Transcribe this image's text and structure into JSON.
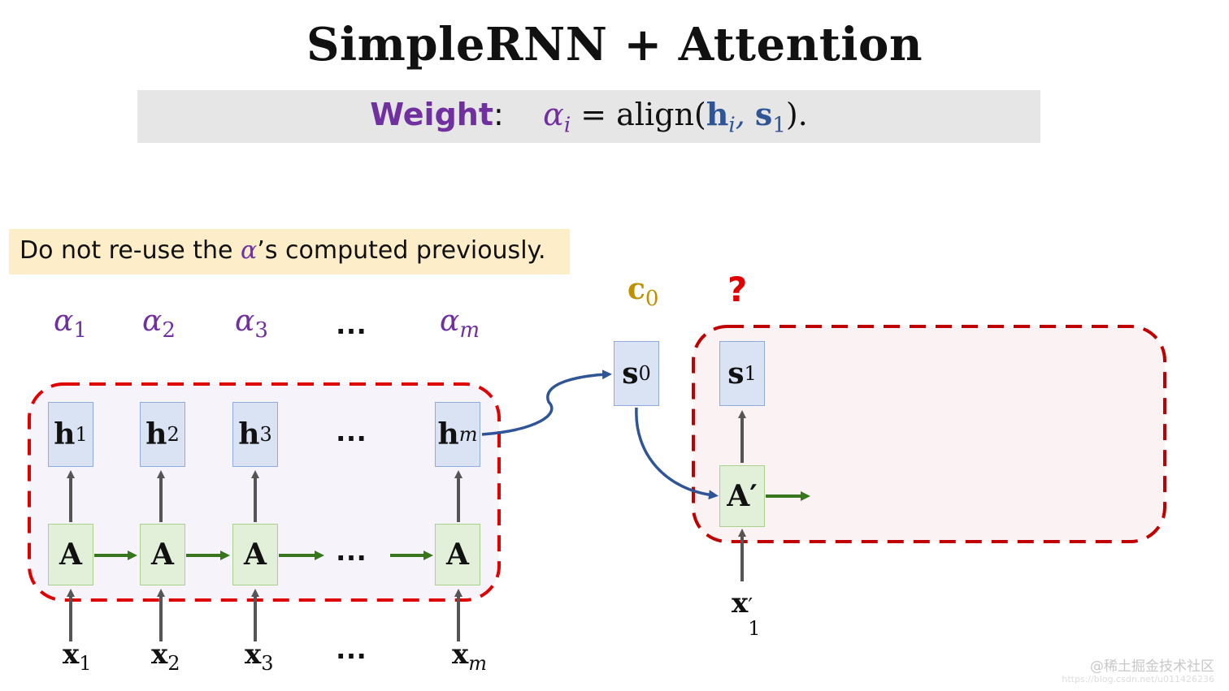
{
  "title": "SimpleRNN + Attention",
  "weight": {
    "label": "Weight",
    "colon": ":",
    "alpha": "α",
    "alpha_sub": "i",
    "eq": "= align(",
    "h": "h",
    "h_sub": "i",
    "comma": ",",
    "s": "s",
    "s_sub": "1",
    "close": ")."
  },
  "note": {
    "before": "Do not re-use the ",
    "alpha": "α",
    "after": "’s computed previously."
  },
  "alphas": [
    {
      "sym": "α",
      "sub": "1"
    },
    {
      "sym": "α",
      "sub": "2"
    },
    {
      "sym": "α",
      "sub": "3"
    },
    {
      "sym": "α",
      "sub": "m"
    }
  ],
  "dots": "…",
  "hidden_states": [
    {
      "sym": "h",
      "sub": "1"
    },
    {
      "sym": "h",
      "sub": "2"
    },
    {
      "sym": "h",
      "sub": "3"
    },
    {
      "sym": "h",
      "sub": "m"
    }
  ],
  "encoder_cell": "A",
  "inputs": [
    {
      "sym": "x",
      "sub": "1"
    },
    {
      "sym": "x",
      "sub": "2"
    },
    {
      "sym": "x",
      "sub": "3"
    },
    {
      "sym": "x",
      "sub": "m"
    }
  ],
  "decoder": {
    "s0_sym": "s",
    "s0_sub": "0",
    "s1_sym": "s",
    "s1_sub": "1",
    "cell": "A′",
    "input_sym": "x",
    "input_sup": "′",
    "input_sub": "1",
    "c0_sym": "c",
    "c0_sub": "0",
    "question": "?"
  },
  "watermark": "@稀土掘金技术社区",
  "watermark_url": "https://blog.csdn.net/u011426236",
  "colors": {
    "purple": "#7030a0",
    "blue": "#2f5597",
    "red_dash": "#e00000",
    "green_arrow": "#38761d",
    "gold": "#bf9000"
  }
}
